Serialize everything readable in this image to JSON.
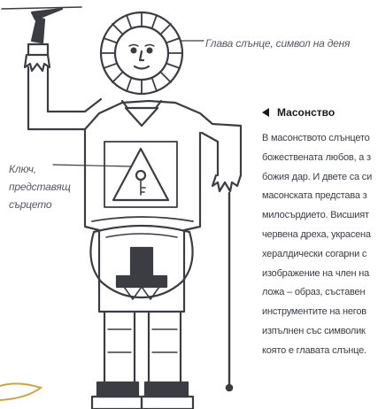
{
  "annotations": {
    "sun_head": "Глава слънце, символ на деня",
    "key_heart": [
      "Ключ,",
      "представящ",
      "сърцето"
    ]
  },
  "sidebar": {
    "title": "Масонство",
    "lines": [
      "В масонството слънцето",
      "божествената любов, а з",
      "божия дар. И двете са си",
      "масонската представа з",
      "милосърдието. Висшият",
      "червена дреха, украсена",
      "хералдически согарни с",
      "изображение на член на",
      "ложа – образ, съставен",
      "инструментите на негов",
      "изпълнен със символик",
      "която е главата слънце."
    ]
  },
  "colors": {
    "ink": "#3b3d42",
    "caption": "#555a62",
    "text": "#3a3d44",
    "heading": "#1a1a1a",
    "gold_arc": "#c9a24a"
  },
  "icons": {
    "pointer": "left-triangle-icon"
  }
}
